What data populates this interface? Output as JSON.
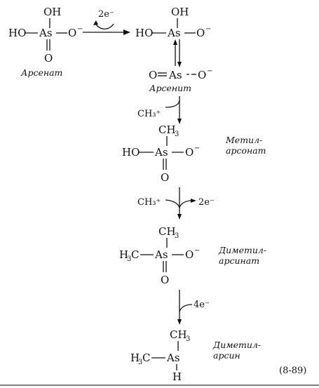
{
  "equation_number": "(8-89)",
  "labels": {
    "arsenate": "Арсенат",
    "arsenite": "Арсенит",
    "methylarsonate": [
      "Метил-",
      "арсонат"
    ],
    "dimethylarsinate": [
      "Диметил-",
      "арсинат"
    ],
    "dimethylarsine": [
      "Диметил-",
      "арсин"
    ]
  },
  "reagents": {
    "step1": "2e⁻",
    "step2": "CH₃⁺",
    "step3_methyl": "CH₃⁺",
    "step3_electrons": "2e⁻",
    "step4": "4e⁻"
  }
}
